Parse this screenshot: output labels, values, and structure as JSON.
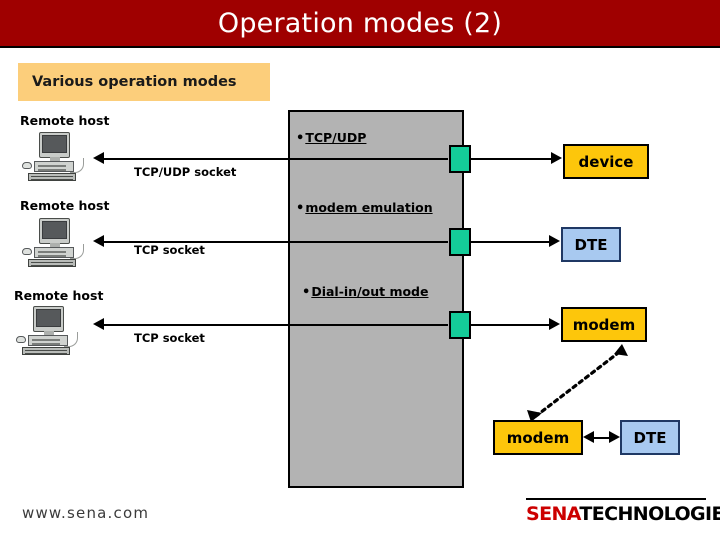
{
  "slide": {
    "title": "Operation modes (2)",
    "banner": "Various operation modes",
    "title_bg": "#9f0000",
    "banner_bg": "#fcce7b",
    "panel_bg": "#b3b3b3",
    "chip_color": "#14cc99",
    "gold": "#fdc60b",
    "blue": "#a8c9f0"
  },
  "panel": {
    "bullets": [
      {
        "bullet": "•",
        "label": "TCP/UDP"
      },
      {
        "bullet": "•",
        "label": "modem emulation"
      },
      {
        "bullet": "•",
        "label": "Dial-in/out mode"
      }
    ]
  },
  "hosts": [
    {
      "label": "Remote host",
      "socket": "TCP/UDP socket",
      "icon": "desktop-computer-icon"
    },
    {
      "label": "Remote host",
      "socket": "TCP socket",
      "icon": "desktop-computer-icon"
    },
    {
      "label": "Remote host",
      "socket": "TCP socket",
      "icon": "desktop-computer-icon"
    }
  ],
  "endpoints": [
    {
      "label": "device",
      "style": "gold"
    },
    {
      "label": "DTE",
      "style": "blue"
    },
    {
      "label": "modem",
      "style": "gold"
    }
  ],
  "bottom_pair": {
    "modem": "modem",
    "dte": "DTE"
  },
  "footer": {
    "url": "www.sena.com",
    "logo_primary": "SENA",
    "logo_secondary": "TECHNOLOGIES"
  }
}
